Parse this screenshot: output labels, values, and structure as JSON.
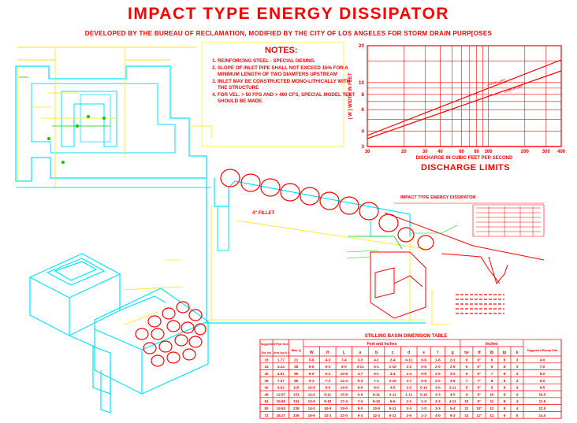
{
  "title": "IMPACT TYPE ENERGY DISSIPATOR",
  "subtitle": "DEVELOPED BY THE BUREAU OF RECLAMATION, MODIFIED BY THE CITY OF LOS ANGELES FOR STORM DRAIN PURP[OSES",
  "notes": {
    "heading": "NOTES:",
    "items": [
      "REINFORCING STEEL - SPECIAL DESING.",
      "SLOPE OF INLET PIPE SHALL NOT EXCEED 15% FOR A MINIMUM LENGTH OF TWO DIAMTERS UPSTREAM",
      "INLET MAY BE CONSTRUCTED MONO-LITHICALLY WITH THE STRUCTURE",
      "FOR VEL. > 50 FPS AND > 400 CFS, SPECIAL MODEL TEST SHOULD BE MADE."
    ]
  },
  "chart": {
    "title": "DISCHARGE LIMITS",
    "xlabel": "DISCHARGE IN CUBIC FEET PER SECOND",
    "ylabel": "( W ) WIDTH IN FEET",
    "x_ticks": [
      "10",
      "20",
      "30",
      "40",
      "60",
      "80",
      "100",
      "200",
      "300",
      "400"
    ],
    "y_ticks": [
      "3",
      "4",
      "6",
      "8",
      "10",
      "20"
    ],
    "upper_line_label": "UPPER LIMIT",
    "lower_line_label": "LOWER LIMIT"
  },
  "labels": {
    "fillet": "4\" FILLET",
    "mini_title": "IMPACT TYPE ENERGY DISSIPATOR"
  },
  "table": {
    "title": "STILLING BASIN DIMENSION TABLE",
    "group_feet": "Feet and Inches",
    "group_inches": "Inches",
    "h_suggested": "Suggested Pipe Size",
    "h_dia": "Dia. (in)",
    "h_area": "Area (sq.ft.)",
    "h_max_q": "Max Q",
    "h_feet": [
      "W",
      "H",
      "L",
      "a",
      "b",
      "c",
      "d",
      "e",
      "f",
      "g"
    ],
    "h_inch": [
      "tw",
      "tf",
      "tb",
      "tp",
      "k"
    ],
    "h_riprap": "Suggested Riprap Size",
    "rows": [
      [
        "18",
        "1.77",
        "21",
        "5-6",
        "4-3",
        "7-4",
        "3-3",
        "4-1",
        "2-4",
        "0-11",
        "0-6",
        "1-6",
        "2-1",
        "6",
        "6\"",
        "6",
        "8",
        "3",
        "4.0"
      ],
      [
        "24",
        "3.14",
        "38",
        "6-9",
        "5-3",
        "9-0",
        "3-11",
        "5-1",
        "2-10",
        "1-2",
        "0-6",
        "2-0",
        "2-6",
        "6",
        "6\"",
        "6",
        "8",
        "3",
        "7.0"
      ],
      [
        "30",
        "4.91",
        "59",
        "8-0",
        "6-3",
        "10-8",
        "4-7",
        "6-1",
        "3-4",
        "1-4",
        "0-8",
        "2-6",
        "3-0",
        "6",
        "6\"",
        "7",
        "8",
        "3",
        "8.0"
      ],
      [
        "36",
        "7.07",
        "85",
        "9-3",
        "7-3",
        "12-4",
        "5-3",
        "7-1",
        "3-10",
        "1-7",
        "0-8",
        "3-0",
        "3-6",
        "7",
        "7\"",
        "8",
        "8",
        "3",
        "9.0"
      ],
      [
        "42",
        "9.62",
        "115",
        "10-6",
        "8-0",
        "14-0",
        "6-0",
        "8-0",
        "4-5",
        "1-9",
        "0-10",
        "3-0",
        "3-11",
        "8",
        "8\"",
        "9",
        "8",
        "4",
        "9.5"
      ],
      [
        "48",
        "12.57",
        "151",
        "11-9",
        "8-11",
        "15-8",
        "6-9",
        "8-11",
        "4-11",
        "1-11",
        "0-10",
        "3-3",
        "4-5",
        "9",
        "8\"",
        "10",
        "8",
        "4",
        "10.5"
      ],
      [
        "54",
        "15.90",
        "191",
        "13-0",
        "9-10",
        "17-4",
        "7-4",
        "9-10",
        "5-5",
        "2-1",
        "1-0",
        "3-3",
        "4-11",
        "10",
        "9\"",
        "11",
        "8",
        "4",
        "11.5"
      ],
      [
        "60",
        "19.63",
        "236",
        "14-3",
        "10-9",
        "19-0",
        "8-0",
        "10-9",
        "5-11",
        "2-4",
        "1-0",
        "3-3",
        "5-4",
        "11",
        "10\"",
        "12",
        "8",
        "4",
        "12.5"
      ],
      [
        "72",
        "28.27",
        "339",
        "16-6",
        "12-3",
        "22-0",
        "9-3",
        "12-3",
        "6-11",
        "2-9",
        "1-3",
        "4-0",
        "6-2",
        "12",
        "11\"",
        "12",
        "6",
        "6",
        "14.0"
      ]
    ]
  },
  "colors": {
    "title": "#ff0000",
    "drawing_red": "#ff0000",
    "outline_cyan": "#00e5ff",
    "dimension_yellow": "#ffe600",
    "callout_green": "#00cc00",
    "background": "#ffffff"
  }
}
